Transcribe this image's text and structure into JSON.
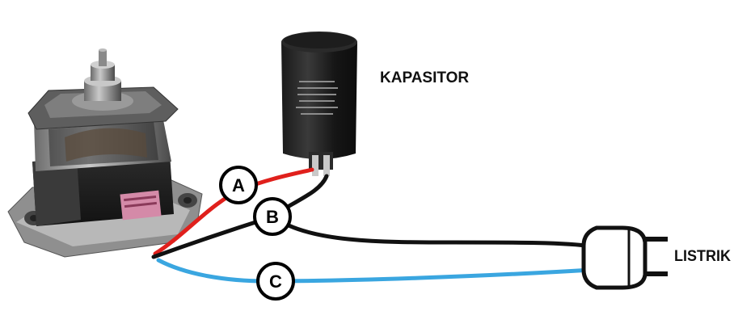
{
  "labels": {
    "capacitor": "KAPASITOR",
    "power": "LISTRIK"
  },
  "markers": {
    "a": "A",
    "b": "B",
    "c": "C"
  },
  "colors": {
    "wire_red": "#e0201c",
    "wire_black": "#111111",
    "wire_blue": "#3aa6e0",
    "background": "#ffffff"
  },
  "icons": {
    "motor": "electric-motor-icon",
    "capacitor": "capacitor-icon",
    "plug": "power-plug-icon"
  }
}
